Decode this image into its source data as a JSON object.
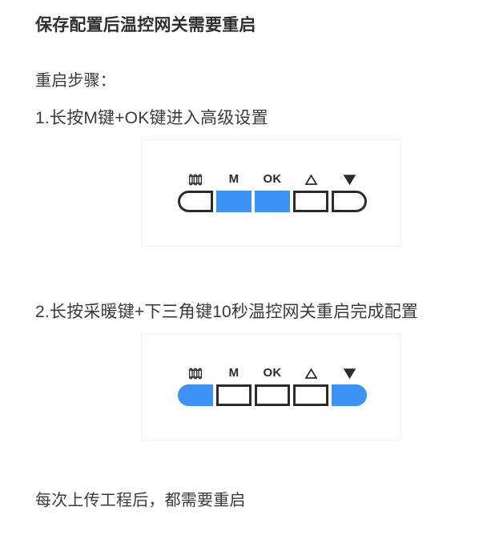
{
  "document": {
    "heading": "保存配置后温控网关需要重启",
    "steps_label": "重启步骤：",
    "step_one": "1.长按M键+OK键进入高级设置",
    "step_two": "2.长按采暖键+下三角键10秒温控网关重启完成配置",
    "footer_note": "每次上传工程后，都需要重启"
  },
  "colors": {
    "active_blue": "#3d92f5",
    "key_border": "#2b2b2b",
    "panel_border": "#f0f0f0",
    "text": "#3a3a3a",
    "background": "#ffffff"
  },
  "keypads": [
    {
      "name": "step-one-keypad",
      "keys": [
        {
          "label": "",
          "icon": "radiator-icon",
          "active": false,
          "shape": "round-left"
        },
        {
          "label": "M",
          "icon": "",
          "active": true,
          "shape": "square"
        },
        {
          "label": "OK",
          "icon": "",
          "active": true,
          "shape": "square"
        },
        {
          "label": "",
          "icon": "triangle-up-icon",
          "active": false,
          "shape": "square"
        },
        {
          "label": "",
          "icon": "triangle-down-icon",
          "active": false,
          "shape": "round-right"
        }
      ]
    },
    {
      "name": "step-two-keypad",
      "keys": [
        {
          "label": "",
          "icon": "radiator-icon",
          "active": true,
          "shape": "round-left"
        },
        {
          "label": "M",
          "icon": "",
          "active": false,
          "shape": "square"
        },
        {
          "label": "OK",
          "icon": "",
          "active": false,
          "shape": "square"
        },
        {
          "label": "",
          "icon": "triangle-up-icon",
          "active": false,
          "shape": "square"
        },
        {
          "label": "",
          "icon": "triangle-down-icon",
          "active": true,
          "shape": "round-right"
        }
      ]
    }
  ]
}
